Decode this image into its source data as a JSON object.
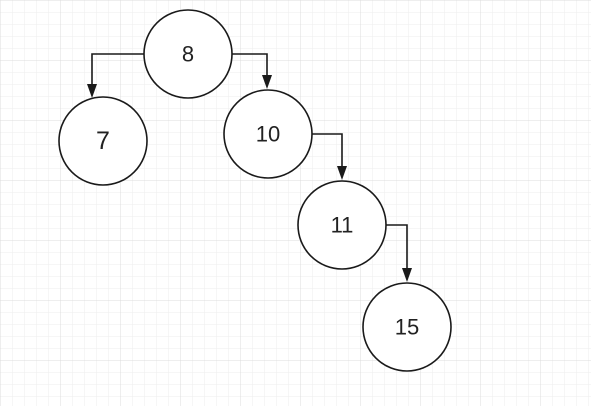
{
  "diagram": {
    "type": "binary-tree",
    "nodes": [
      {
        "id": "n8",
        "label": "8"
      },
      {
        "id": "n7",
        "label": "7"
      },
      {
        "id": "n10",
        "label": "10"
      },
      {
        "id": "n11",
        "label": "11"
      },
      {
        "id": "n15",
        "label": "15"
      }
    ],
    "edges": [
      {
        "from": "n8",
        "to": "n7"
      },
      {
        "from": "n8",
        "to": "n10"
      },
      {
        "from": "n10",
        "to": "n11"
      },
      {
        "from": "n11",
        "to": "n15"
      }
    ]
  },
  "colors": {
    "background": "#ffffff",
    "grid_minor": "#eeeeee",
    "grid_major": "#dcdcdc",
    "stroke": "#1a1a1a",
    "text": "#222222"
  }
}
